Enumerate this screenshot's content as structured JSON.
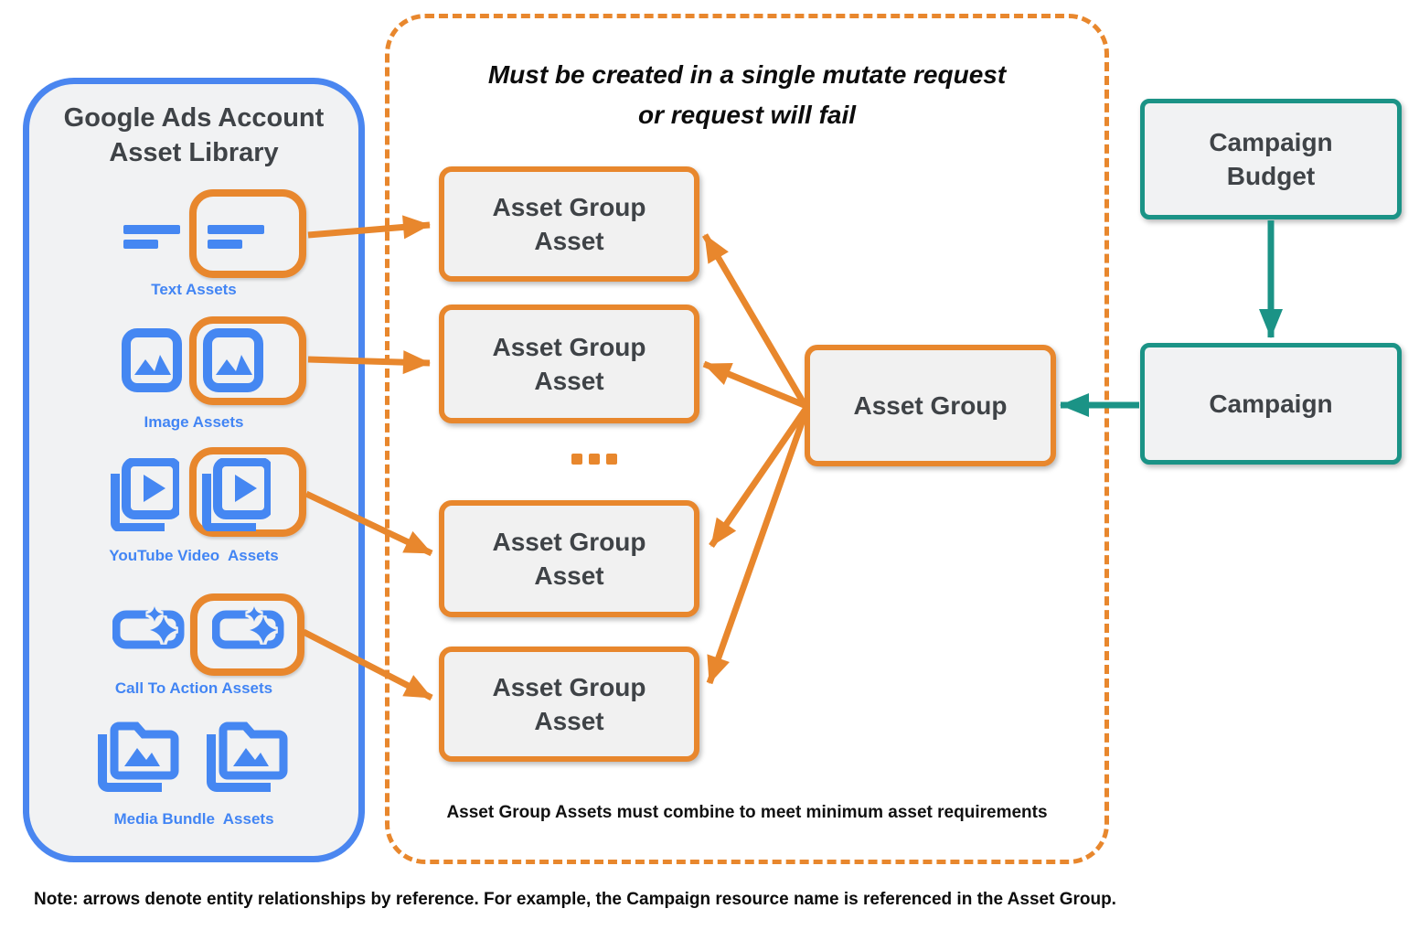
{
  "library": {
    "title_line1": "Google Ads Account",
    "title_line2": "Asset Library",
    "items": [
      {
        "label": "Text Assets",
        "icon": "text-asset-icon",
        "highlighted_in_orange": true
      },
      {
        "label": "Image Assets",
        "icon": "image-asset-icon",
        "highlighted_in_orange": true
      },
      {
        "label": "YouTube Video  Assets",
        "icon": "youtube-video-asset-icon",
        "highlighted_in_orange": true
      },
      {
        "label": "Call To Action Assets",
        "icon": "call-to-action-asset-icon",
        "highlighted_in_orange": true
      },
      {
        "label": "Media Bundle  Assets",
        "icon": "media-bundle-asset-icon",
        "highlighted_in_orange": false
      }
    ]
  },
  "mutate_container": {
    "title_line1": "Must be created in a single mutate request",
    "title_line2": "or request will fail",
    "asset_group_asset_boxes": [
      {
        "line1": "Asset Group",
        "line2": "Asset"
      },
      {
        "line1": "Asset Group",
        "line2": "Asset"
      },
      {
        "line1": "Asset Group",
        "line2": "Asset"
      },
      {
        "line1": "Asset Group",
        "line2": "Asset"
      }
    ],
    "ellipsis": "...",
    "footnote": "Asset Group Assets must combine to meet minimum asset requirements"
  },
  "asset_group": {
    "label": "Asset Group"
  },
  "campaign_budget": {
    "line1": "Campaign",
    "line2": "Budget"
  },
  "campaign": {
    "label": "Campaign"
  },
  "note": "Note: arrows denote entity relationships by reference. For example, the Campaign resource name is referenced in the Asset Group.",
  "colors": {
    "orange": "#E8872D",
    "container_blue": "#4A86F0",
    "icon_blue": "#4587F2",
    "label_blue": "#4285F4",
    "teal": "#1B9386",
    "box_fill": "#F1F1F1",
    "panel_fill": "#F1F2F3",
    "text_dark": "#3F4347"
  }
}
